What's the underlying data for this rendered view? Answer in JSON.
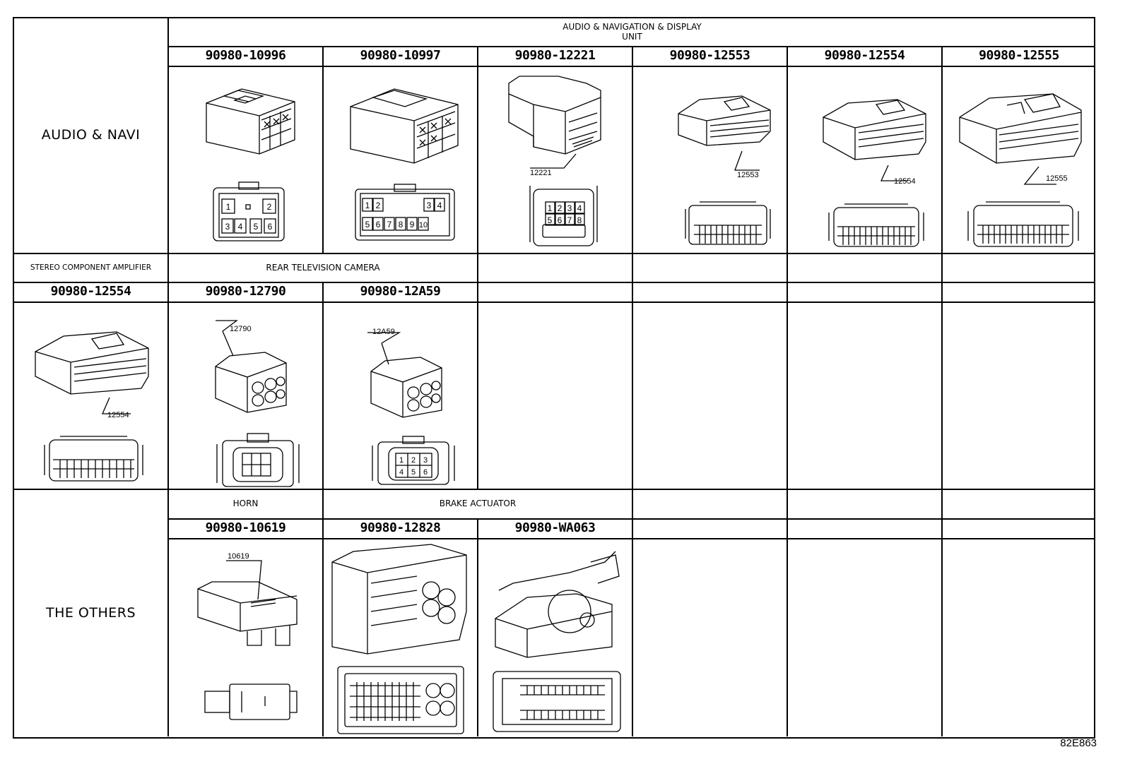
{
  "categories": {
    "audio_navi": "AUDIO & NAVI",
    "stereo": "STEREO COMPONENT AMPLIFIER",
    "others": "THE OTHERS"
  },
  "headers": {
    "audio_nav_display": "AUDIO & NAVIGATION & DISPLAY\nUNIT",
    "rear_camera": "REAR TELEVISION CAMERA",
    "horn": "HORN",
    "brake_actuator": "BRAKE ACTUATOR"
  },
  "part_numbers": {
    "row1": [
      "90980-10996",
      "90980-10997",
      "90980-12221",
      "90980-12553",
      "90980-12554",
      "90980-12555"
    ],
    "row2": [
      "90980-12554",
      "90980-12790",
      "90980-12A59"
    ],
    "row3": [
      "90980-10619",
      "90980-12828",
      "90980-WA063"
    ]
  },
  "drawing_refs": {
    "c12221": "12221",
    "c12553": "12553",
    "c12554": "12554",
    "c12555": "12555",
    "c12554_amp": "12554",
    "c12790": "12790",
    "c12A59": "12A59",
    "c10619": "10619"
  },
  "pin_labels": {
    "c10996": [
      "1",
      "2",
      "3",
      "4",
      "5",
      "6"
    ],
    "c10997": [
      "1",
      "2",
      "3",
      "4",
      "5",
      "6",
      "7",
      "8",
      "9",
      "10"
    ],
    "c12221": [
      "1",
      "2",
      "3",
      "4",
      "5",
      "6",
      "7",
      "8"
    ],
    "c12A59": [
      "1",
      "2",
      "3",
      "4",
      "5",
      "6"
    ]
  },
  "figure_id": "82E863"
}
